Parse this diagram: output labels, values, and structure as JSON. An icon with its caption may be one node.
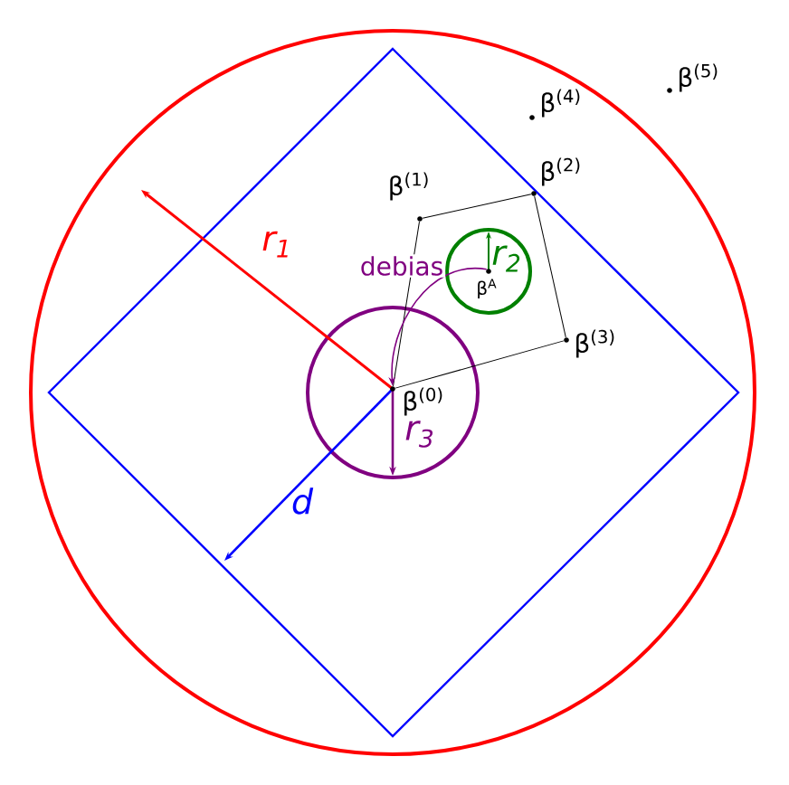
{
  "diagram": {
    "nodes": [
      {
        "text": [],
        "shape": "circle",
        "beside": [
          "β$^{(0)}$"
        ]
      },
      {
        "text": [],
        "shape": "circle",
        "beside": [
          "β$^{(1)}$"
        ]
      },
      {
        "text": [],
        "shape": "circle",
        "beside": [
          "β$^{(2)}$"
        ]
      },
      {
        "text": [],
        "shape": "circle",
        "beside": [
          "β$^{(3)}$"
        ]
      },
      {
        "text": [],
        "shape": "circle",
        "beside": [
          "β$^{(4)}$"
        ]
      },
      {
        "text": [],
        "shape": "circle",
        "beside": [
          "β$^{(5)}$"
        ]
      },
      {
        "text": [],
        "shape": "circle",
        "beside": [
          "β$^{A}$"
        ]
      }
    ],
    "edges": [
      {
        "from": 0,
        "to": 1,
        "arrow": "none"
      },
      {
        "from": 1,
        "to": 2,
        "arrow": "none"
      },
      {
        "from": 2,
        "to": 3,
        "arrow": "none"
      },
      {
        "from": 3,
        "to": 0,
        "arrow": "none"
      },
      {
        "from": 6,
        "to": 0,
        "arrow": "to",
        "label": "debias",
        "color": "#800080"
      }
    ],
    "labels": [
      "r$_{1}$",
      "r$_{2}$",
      "r$_{3}$",
      "d"
    ]
  }
}
